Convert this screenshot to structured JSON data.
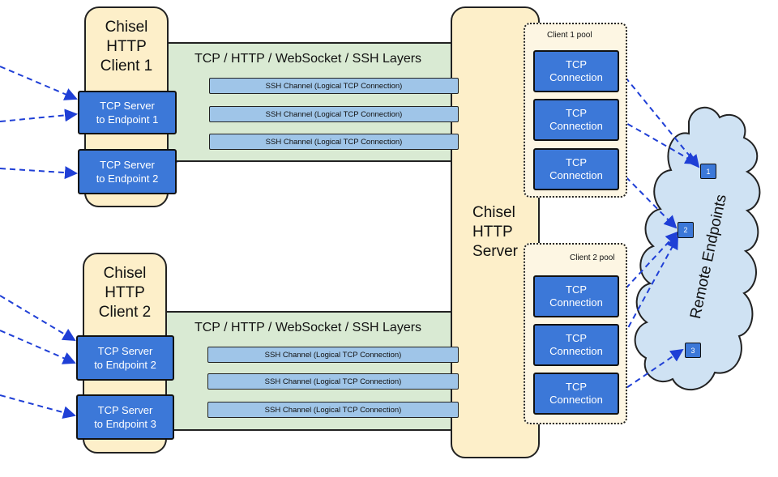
{
  "clients": [
    {
      "title": "Chisel\nHTTP\nClient 1"
    },
    {
      "title": "Chisel\nHTTP\nClient 2"
    }
  ],
  "server": {
    "title": "Chisel\nHTTP\nServer"
  },
  "layers_label": "TCP / HTTP / WebSocket / SSH Layers",
  "channel_label": "SSH Channel (Logical TCP Connection)",
  "tcp_servers": [
    {
      "label": "TCP Server\nto Endpoint 1"
    },
    {
      "label": "TCP Server\nto Endpoint 2"
    },
    {
      "label": "TCP Server\nto Endpoint 2"
    },
    {
      "label": "TCP Server\nto Endpoint 3"
    }
  ],
  "pools": [
    {
      "label": "Client 1 pool"
    },
    {
      "label": "Client 2 pool"
    }
  ],
  "tcp_connection_label": "TCP\nConnection",
  "remote_endpoints": {
    "label": "Remote Endpoints",
    "endpoints": [
      "1",
      "2",
      "3"
    ]
  },
  "colors": {
    "tcp_blue": "#3c78d8",
    "channel_blue": "#9fc5e8",
    "layer_green": "#d9ead3",
    "client_cream": "#fdefc9",
    "cloud_blue": "#cfe2f3",
    "arrow": "#1f3fd6"
  }
}
